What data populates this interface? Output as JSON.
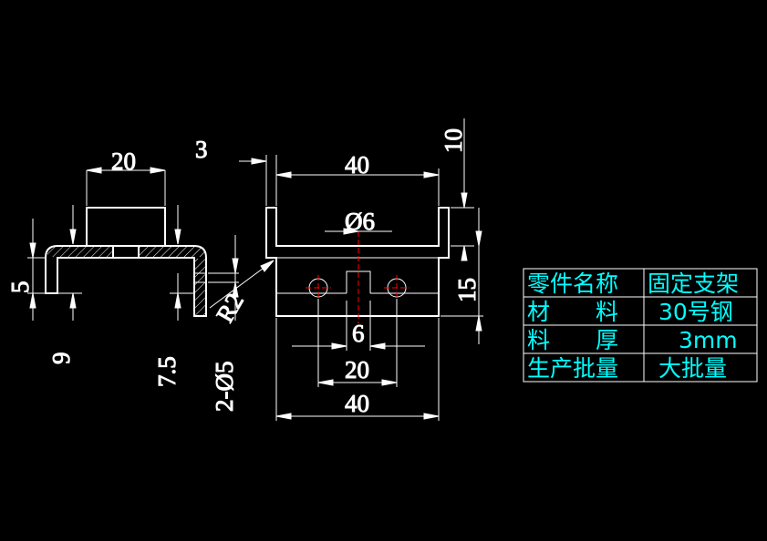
{
  "drawing": {
    "dimensions": {
      "side_width": "20",
      "side_height": "5",
      "side_depth": "9",
      "side_slot": "7.5",
      "thickness": "3",
      "radius": "R2",
      "holes": "2-Ø5",
      "top_width": "40",
      "hole_dia": "Ø6",
      "lip_height": "10",
      "body_height": "15",
      "slot_width": "6",
      "hole_spacing": "20",
      "bottom_width": "40"
    }
  },
  "title_block": {
    "rows": [
      {
        "label": "零件名称",
        "value": "固定支架"
      },
      {
        "label": "材　　料",
        "value": "30号钢"
      },
      {
        "label": "料　　厚",
        "value": "3mm"
      },
      {
        "label": "生产批量",
        "value": "大批量"
      }
    ],
    "color": "#00ffff"
  },
  "colors": {
    "background": "#000000",
    "lines": "#ffffff",
    "centerline": "#ff0000",
    "text_table": "#00ffff"
  }
}
